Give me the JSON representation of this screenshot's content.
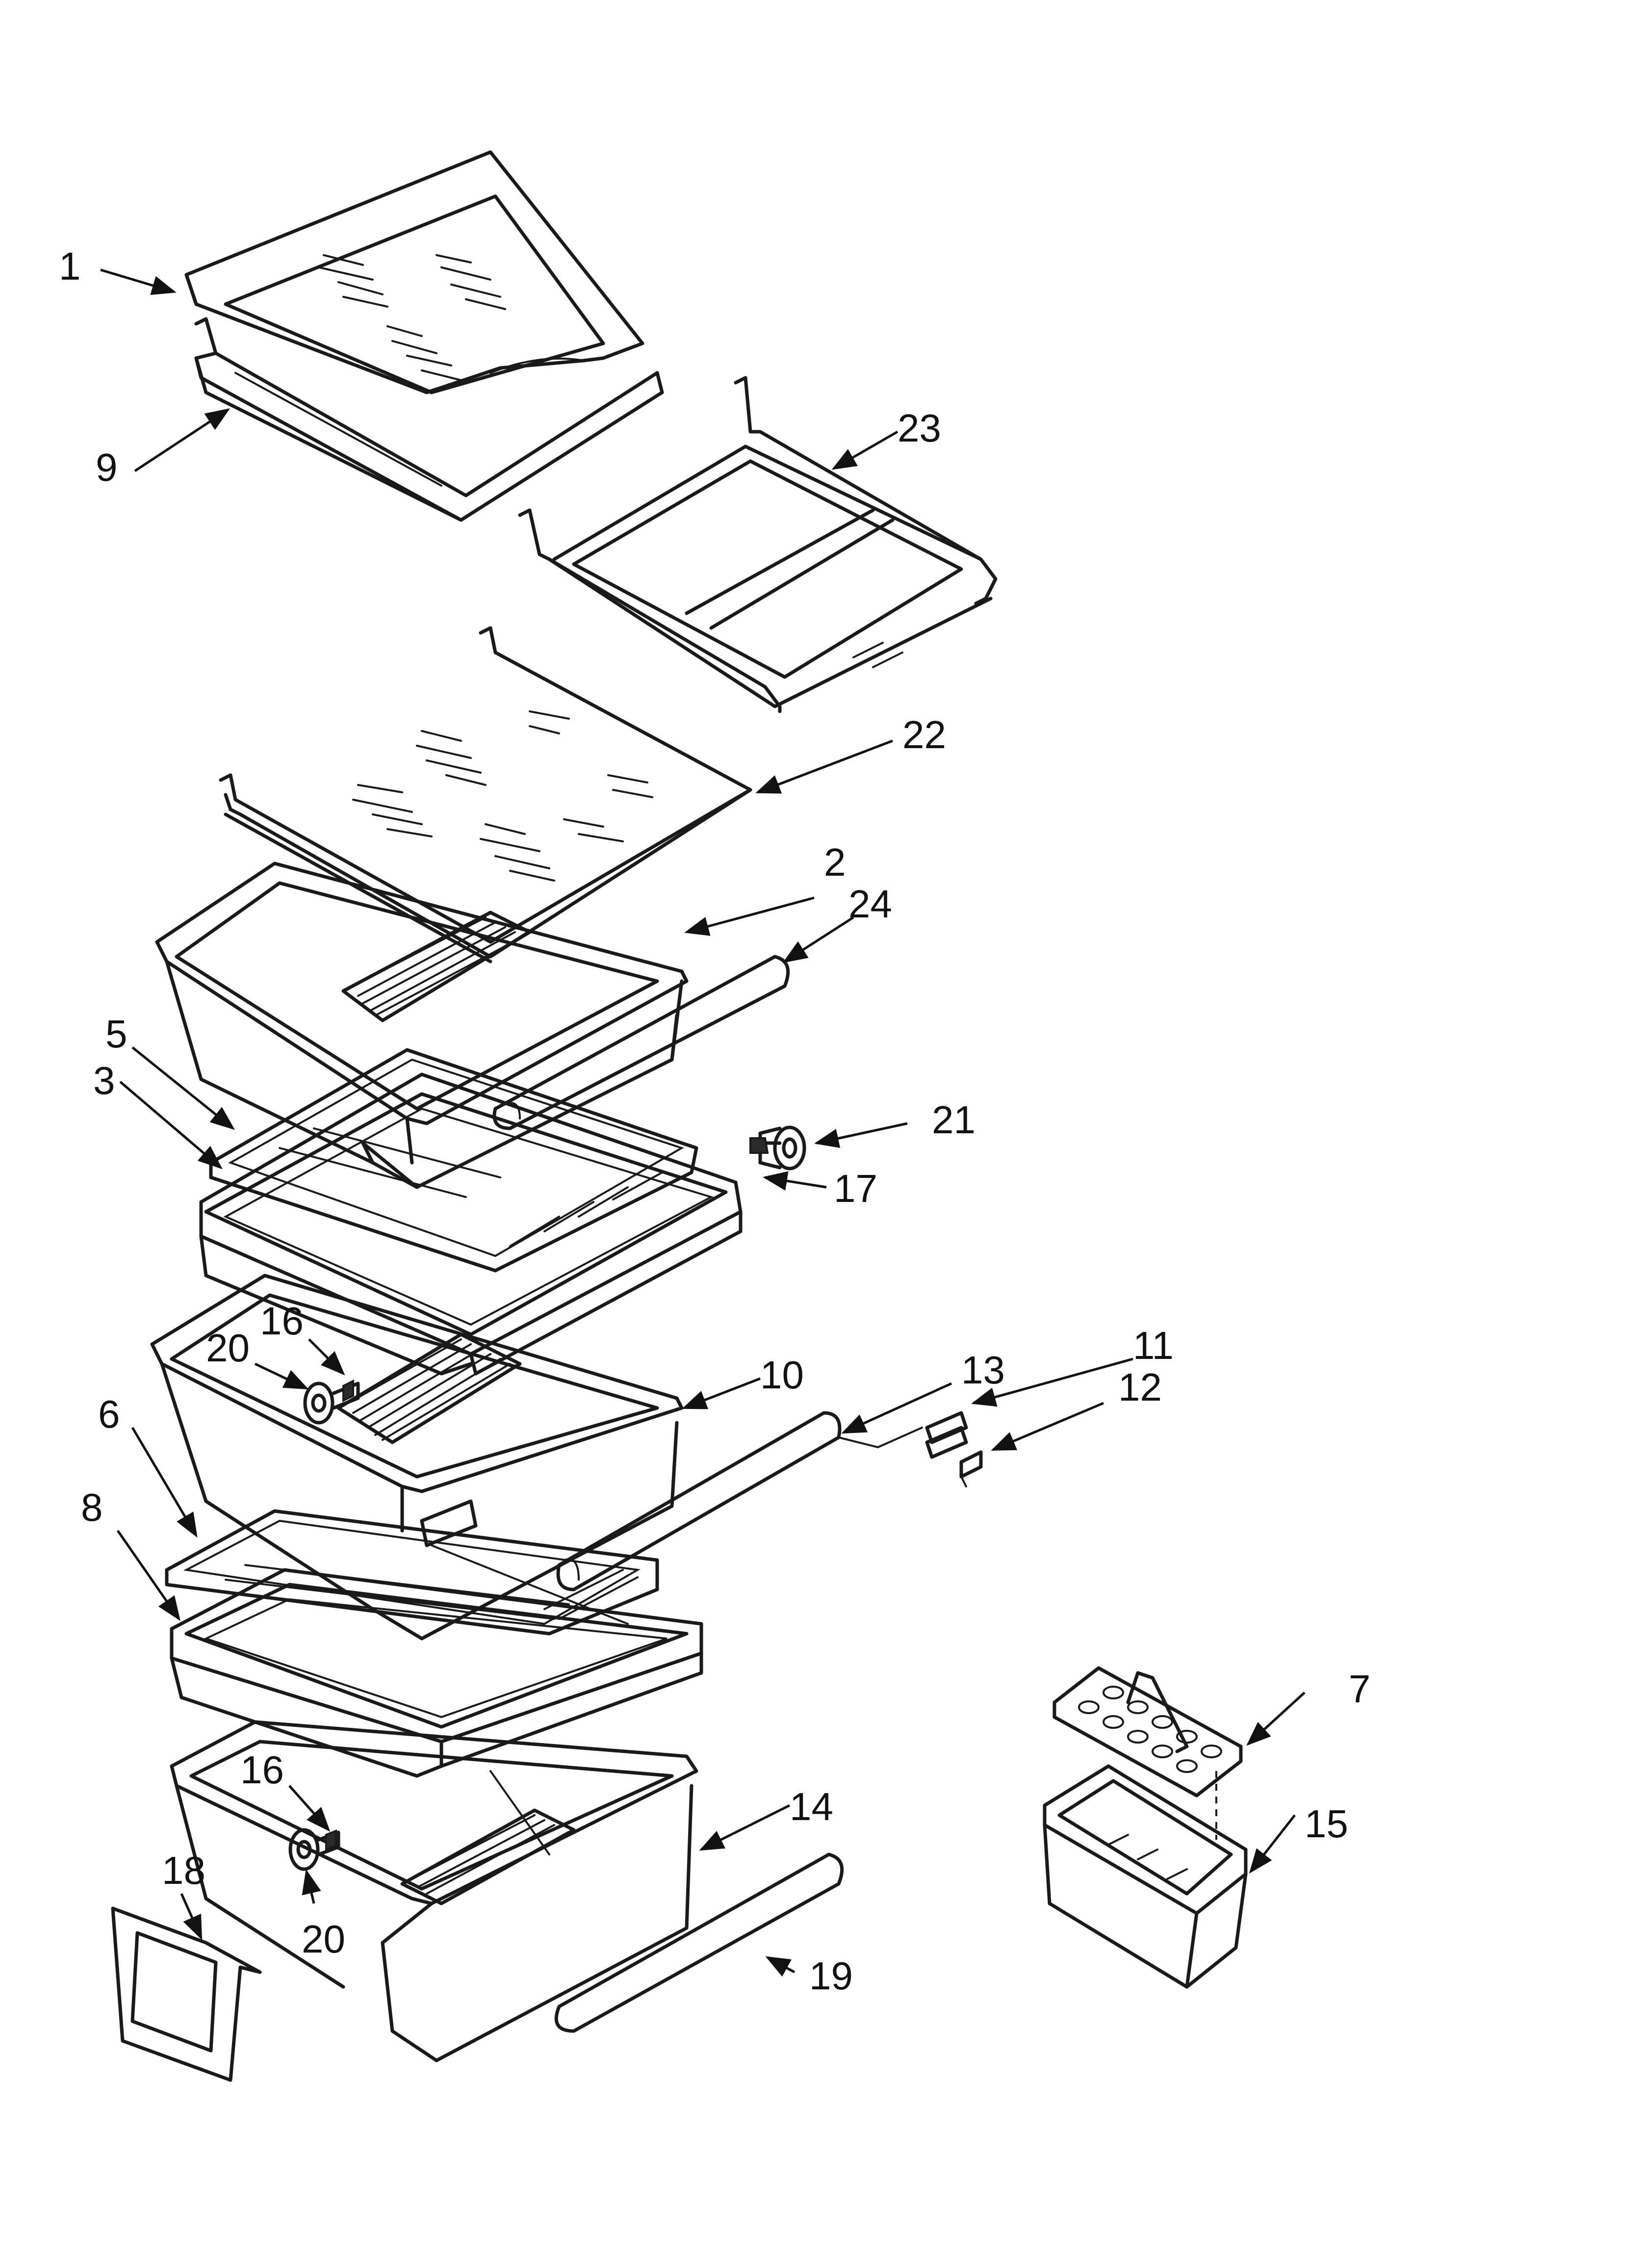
{
  "callouts": [
    {
      "id": "1",
      "label": "1"
    },
    {
      "id": "9",
      "label": "9"
    },
    {
      "id": "23",
      "label": "23"
    },
    {
      "id": "22",
      "label": "22"
    },
    {
      "id": "2",
      "label": "2"
    },
    {
      "id": "24",
      "label": "24"
    },
    {
      "id": "5",
      "label": "5"
    },
    {
      "id": "3",
      "label": "3"
    },
    {
      "id": "21",
      "label": "21"
    },
    {
      "id": "17",
      "label": "17"
    },
    {
      "id": "16a",
      "label": "16"
    },
    {
      "id": "20a",
      "label": "20"
    },
    {
      "id": "10",
      "label": "10"
    },
    {
      "id": "13",
      "label": "13"
    },
    {
      "id": "11",
      "label": "11"
    },
    {
      "id": "12",
      "label": "12"
    },
    {
      "id": "6",
      "label": "6"
    },
    {
      "id": "8",
      "label": "8"
    },
    {
      "id": "7",
      "label": "7"
    },
    {
      "id": "15",
      "label": "15"
    },
    {
      "id": "16b",
      "label": "16"
    },
    {
      "id": "14",
      "label": "14"
    },
    {
      "id": "18",
      "label": "18"
    },
    {
      "id": "20b",
      "label": "20"
    },
    {
      "id": "19",
      "label": "19"
    }
  ]
}
